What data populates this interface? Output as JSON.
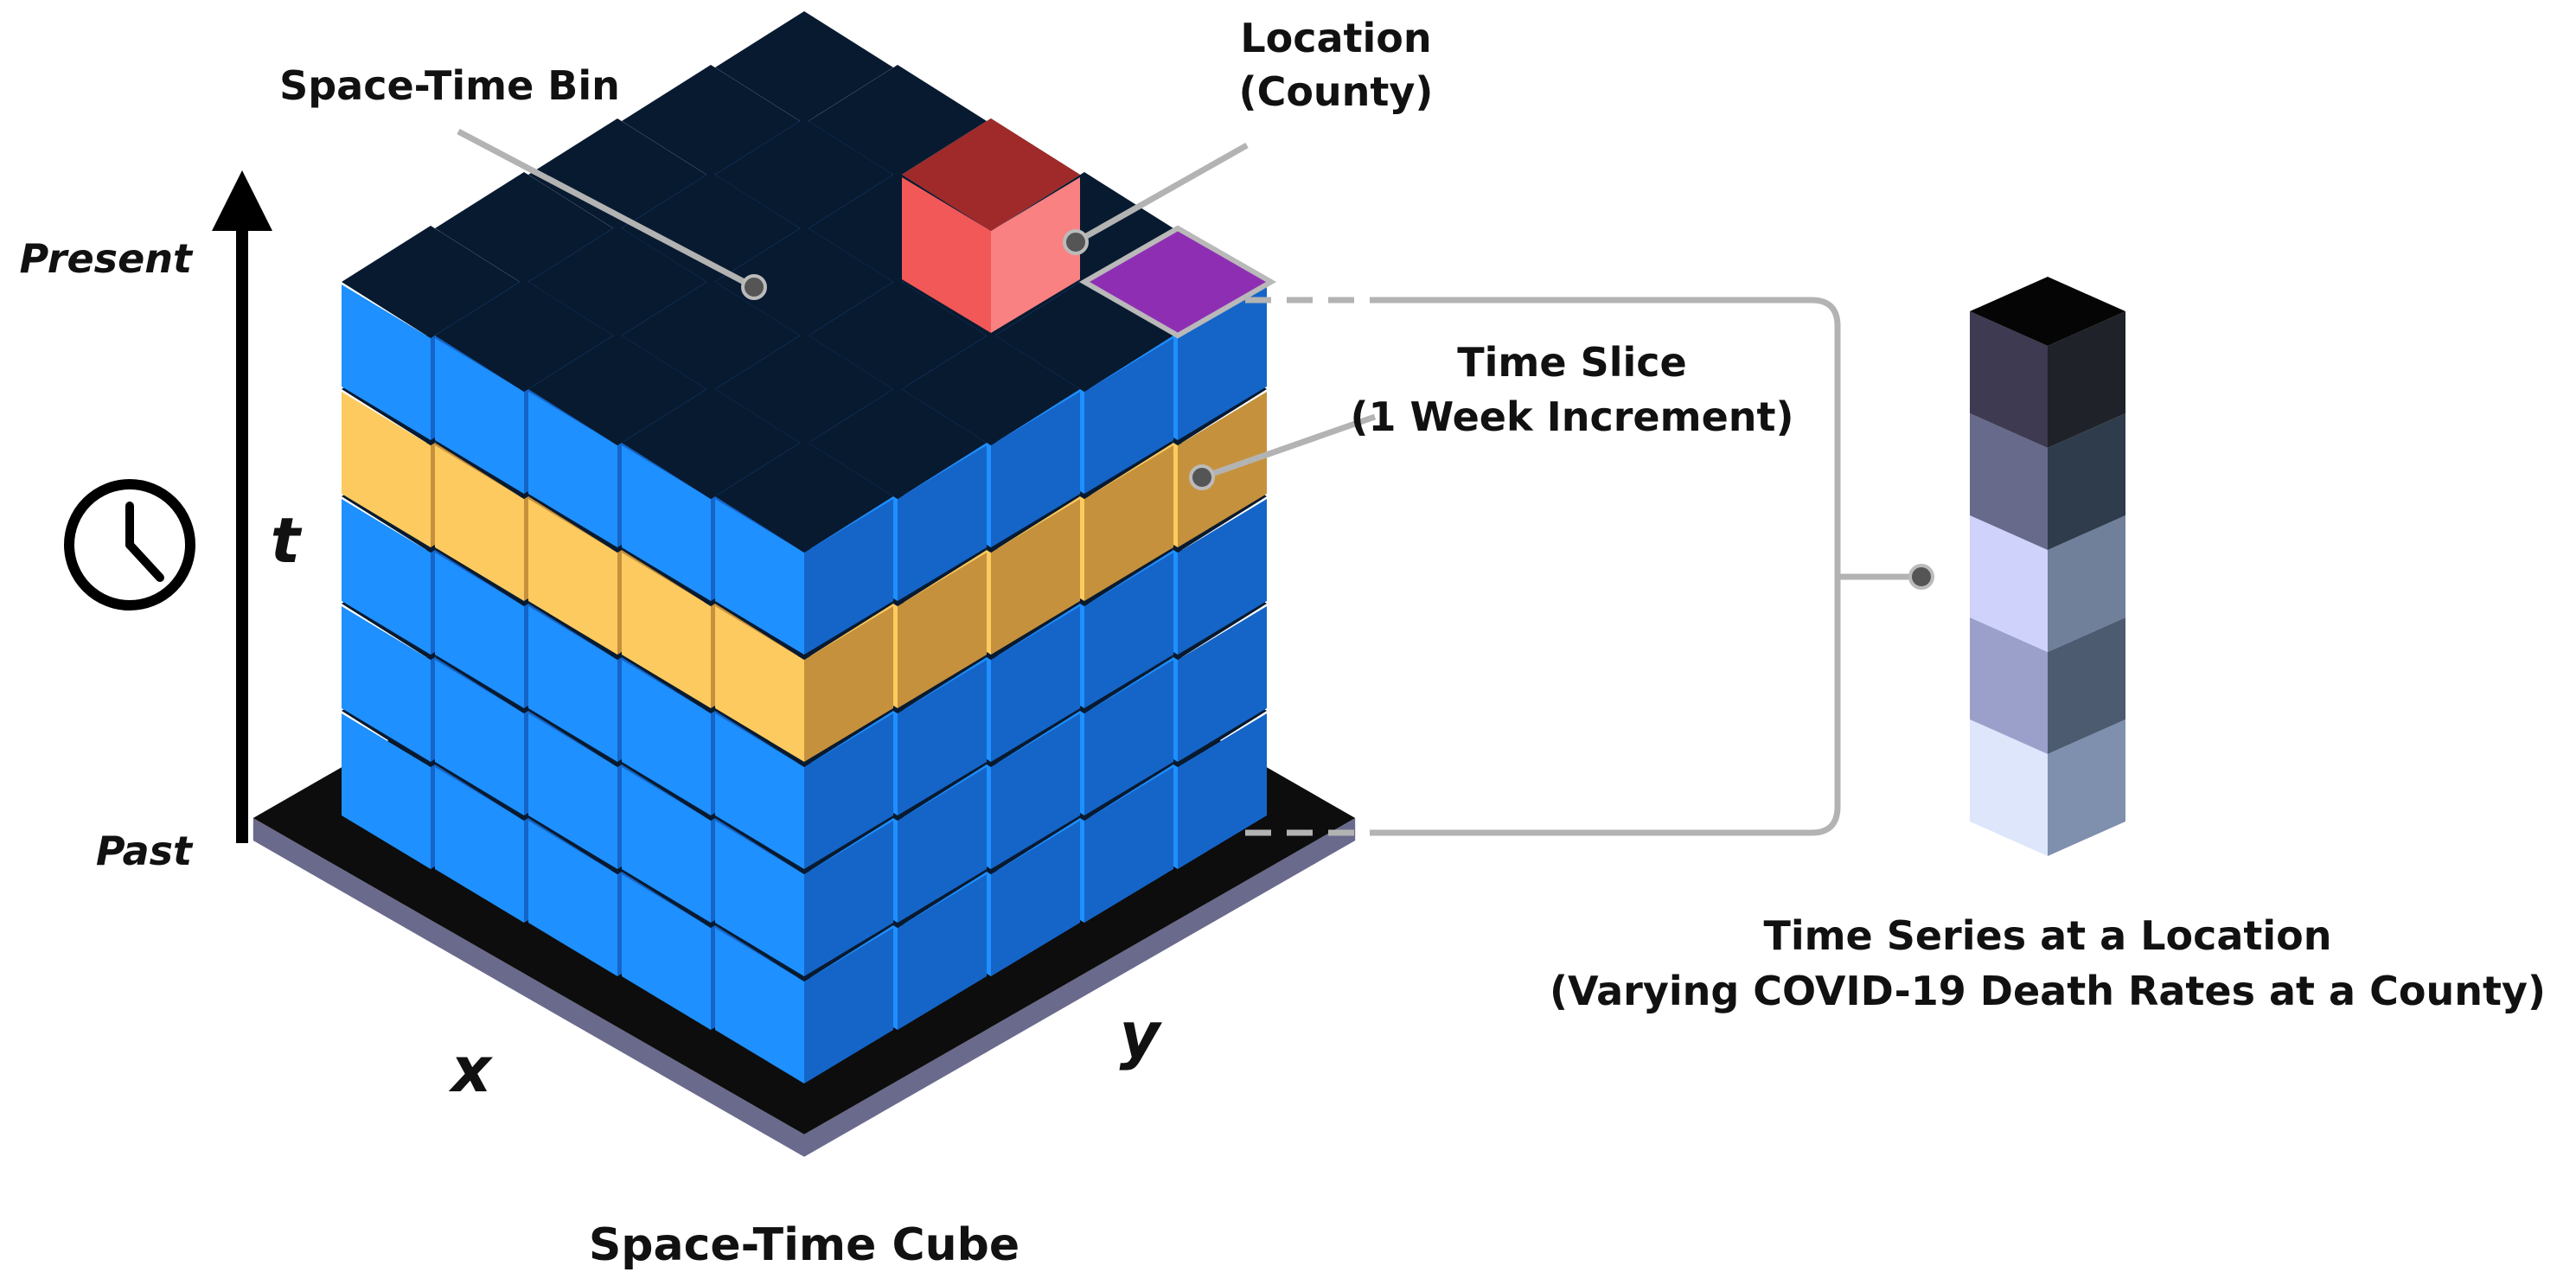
{
  "labels": {
    "space_time_bin": "Space-Time Bin",
    "location_line1": "Location",
    "location_line2": "(County)",
    "present": "Present",
    "past": "Past",
    "t_axis": "t",
    "x_axis": "x",
    "y_axis": "y",
    "time_slice_line1": "Time Slice",
    "time_slice_line2": "(1 Week Increment)",
    "time_series_line1": "Time Series at a Location",
    "time_series_line2": "(Varying COVID-19 Death Rates at a County)",
    "cube_caption": "Space-Time Cube"
  },
  "colors": {
    "cube_side_left": "#1e90ff",
    "cube_side_right": "#1565c8",
    "cube_top": "#081a30",
    "time_slice_left": "#fcca5f",
    "time_slice_right": "#c6913c",
    "bin_highlight": "#f05a5a",
    "location_highlight": "#8e2fb3",
    "base_top": "#0d0d0d",
    "base_side": "#6a6a8c"
  },
  "cube": {
    "grid_size": 5,
    "layers": 5,
    "time_slice_layer": 3,
    "highlight_bin": [
      1,
      3
    ],
    "location_cell": [
      0,
      4
    ]
  },
  "time_series": {
    "segments": [
      {
        "left": "#dde6fb",
        "right": "#7f90ae",
        "top": "#eef2fd"
      },
      {
        "left": "#9ba0cb",
        "right": "#4c5b70",
        "top": "#c2c6e6"
      },
      {
        "left": "#cfd2fb",
        "right": "#707f9a",
        "top": "#e4e6fd"
      },
      {
        "left": "#676a8a",
        "right": "#2e3c4b",
        "top": "#8b8eae"
      },
      {
        "left": "#3d3a52",
        "right": "#1f2228",
        "top": "#050505"
      }
    ]
  }
}
